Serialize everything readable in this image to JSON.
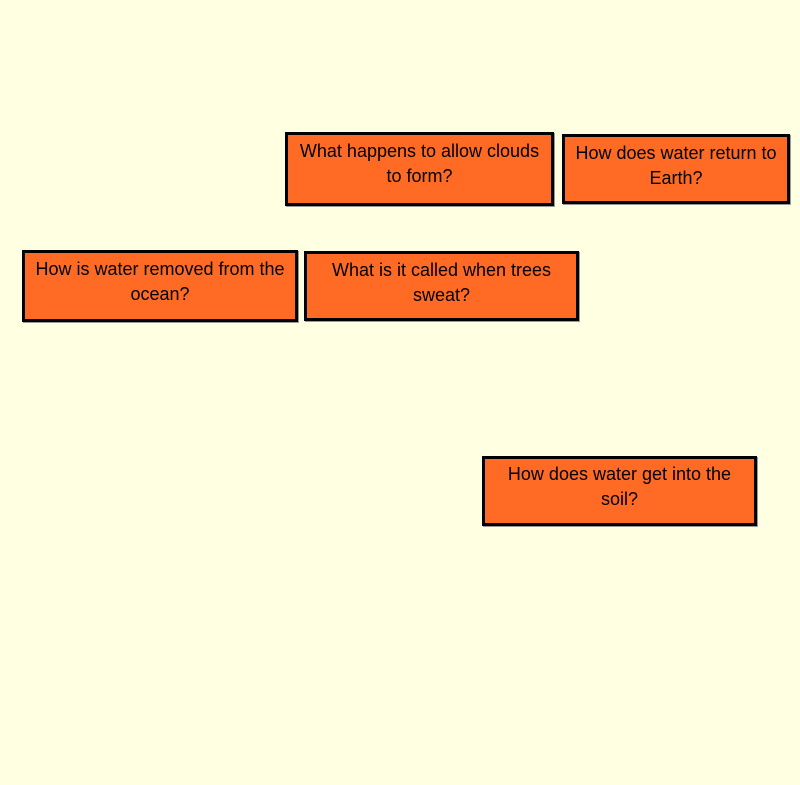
{
  "colors": {
    "background": "#ffffe1",
    "card_fill": "#ff6b24",
    "card_border": "#000000"
  },
  "questions": {
    "clouds": "What happens to allow clouds to form?",
    "return": "How does water return to Earth?",
    "ocean": "How is water removed from the ocean?",
    "trees": "What is it called when trees sweat?",
    "soil": "How does water get into the soil?"
  }
}
